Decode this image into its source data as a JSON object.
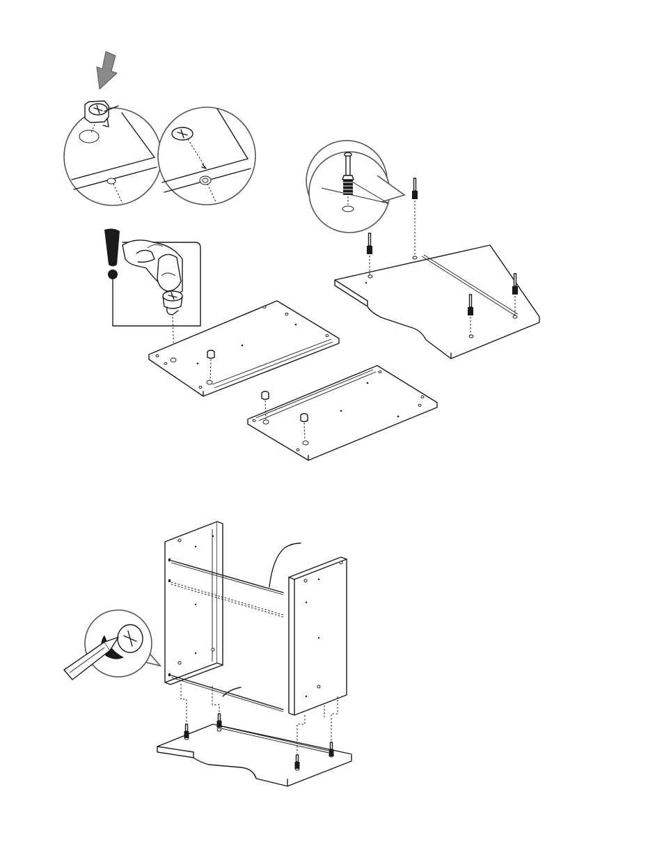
{
  "page": {
    "background": "#ffffff",
    "line_color": "#1a1a1a",
    "fill_color": "#ffffff",
    "callout_border_color": "#555555"
  },
  "steps": [
    {
      "id": "step-cam-lock-insertion",
      "icons": [
        "down-arrow-icon",
        "cam-lock-icon",
        "warning-exclamation-icon",
        "hand-icon"
      ]
    },
    {
      "id": "step-cam-bolt-insertion",
      "icons": [
        "cam-bolt-icon"
      ]
    },
    {
      "id": "step-side-panel-assembly",
      "icons": [
        "screwdriver-icon",
        "cam-lock-icon"
      ]
    }
  ]
}
